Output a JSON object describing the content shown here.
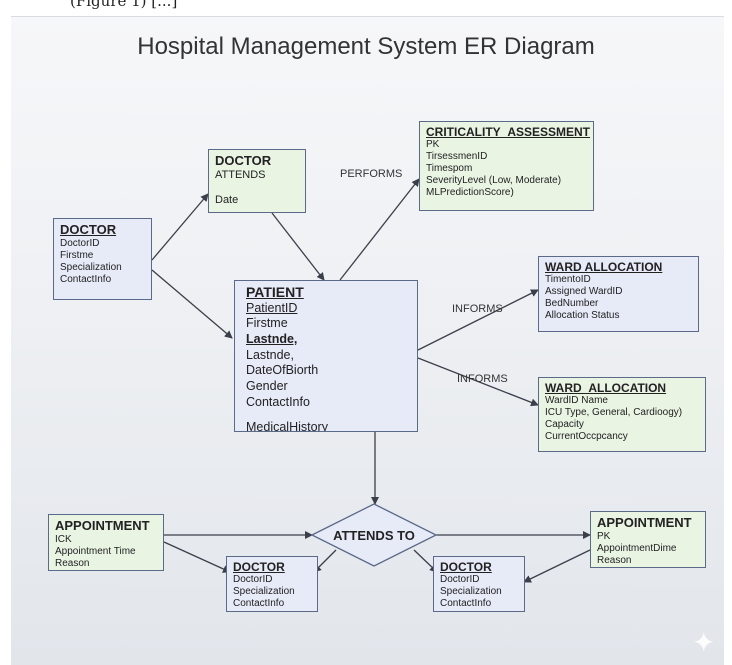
{
  "caption_fragment": "(Figure 1) [...]",
  "title": "Hospital Management System ER Diagram",
  "entities": {
    "doctor_left": {
      "title": "DOCTOR",
      "fields": [
        "DoctorID",
        "Firstme",
        "Specialization",
        "ContactInfo"
      ]
    },
    "doctor_attends": {
      "title": "DOCTOR",
      "fields": [
        "ATTENDS",
        "",
        "Date"
      ]
    },
    "criticality": {
      "title": "CRITICALITY_ASSESSMENT",
      "fields": [
        "PK",
        "TirsessmenID",
        "Timespom",
        "SeverityLevel (Low, Moderate)",
        "MLPredictionScore)"
      ]
    },
    "patient": {
      "title": "PATIENT",
      "fields": [
        "PatientID",
        "Firstme",
        "Lastnde,",
        "Lastnde,",
        "DateOfBiorth",
        "Gender",
        "ContactInfo",
        "",
        "MedicalHistory"
      ]
    },
    "ward_alloc_1": {
      "title": "WARD ALLOCATION",
      "fields": [
        "TimentoID",
        "Assigned WardID",
        "BedNumber",
        "Allocation Status"
      ]
    },
    "ward_alloc_2": {
      "title": "WARD_ALLOCATION",
      "fields": [
        "WardID Name",
        "ICU Type, General, Cardioogy)",
        "Capacity",
        "CurrentOccpcancy"
      ]
    },
    "appointment_left": {
      "title": "APPOINTMENT",
      "fields": [
        "ICK",
        "Appointment Time",
        "Reason"
      ]
    },
    "appointment_right": {
      "title": "APPOINTMENT",
      "fields": [
        "PK",
        "AppointmentDime",
        "Reason"
      ]
    },
    "doctor_bottom_1": {
      "title": "DOCTOR",
      "fields": [
        "DoctorID",
        "Specialization",
        "ContactInfo"
      ]
    },
    "doctor_bottom_2": {
      "title": "DOCTOR",
      "fields": [
        "DoctorID",
        "Specialization",
        "ContactInfo"
      ]
    }
  },
  "relationship": {
    "label": "ATTENDS TO"
  },
  "edge_labels": {
    "performs": "PERFORMS",
    "informs_1": "INFORMS",
    "informs_2": "INFORMS"
  },
  "colors": {
    "entity_blue": "#e7ebf8",
    "entity_green": "#e9f4e3",
    "line": "#3a3f4a"
  }
}
